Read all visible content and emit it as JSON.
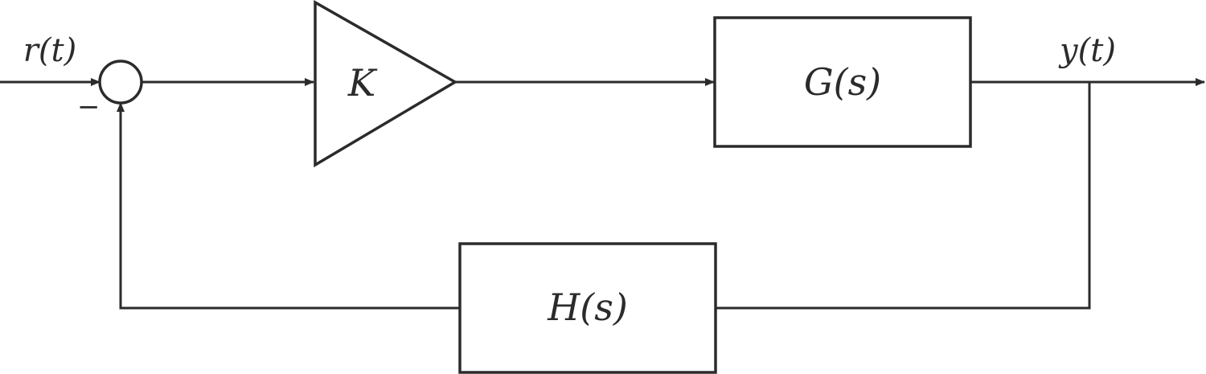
{
  "signals": {
    "input": "r(t)",
    "output": "y(t)"
  },
  "blocks": {
    "gain": "K",
    "plant": "G(s)",
    "feedback": "H(s)"
  },
  "summing_junction": {
    "feedback_sign": "−"
  }
}
